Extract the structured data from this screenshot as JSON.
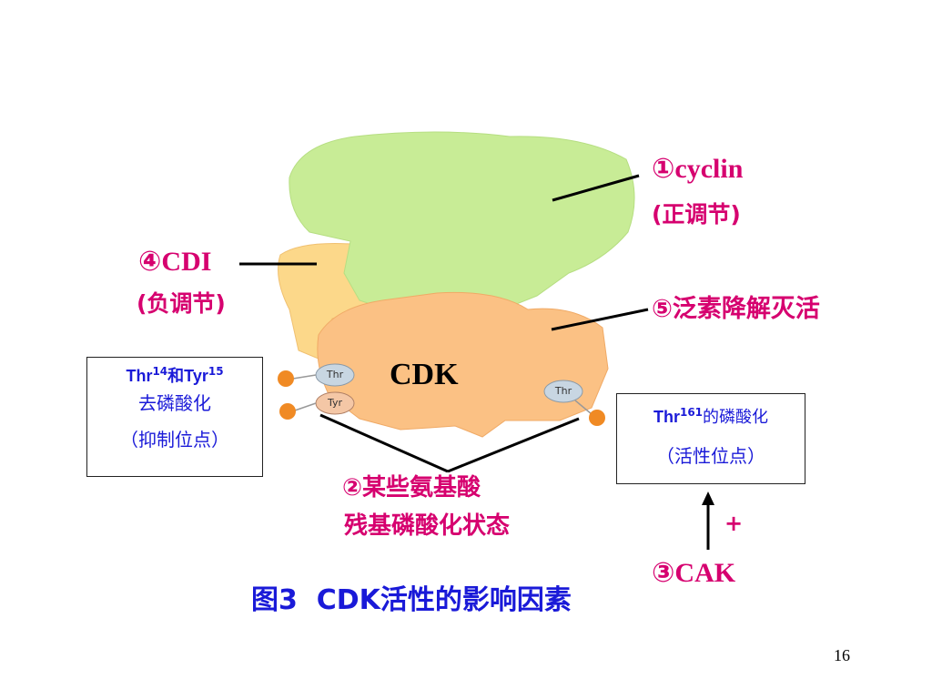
{
  "labels": {
    "cyclin": {
      "num": "①",
      "name": "cyclin",
      "sub": "(正调节)"
    },
    "cdi": {
      "num": "④",
      "name": "CDI",
      "sub": "(负调节)"
    },
    "ubiquitin": {
      "num": "⑤",
      "text": "泛素降解灭活"
    },
    "cdk": "CDK",
    "phosphorylation": {
      "num": "②",
      "line1": "某些氨基酸",
      "line2": "残基磷酸化状态"
    },
    "cak": {
      "num": "③",
      "name": "CAK"
    },
    "plus": "+"
  },
  "left_box": {
    "thr": "Thr",
    "thr_sup": "14",
    "and": "和",
    "tyr": "Tyr",
    "tyr_sup": "15",
    "line2": "去磷酸化",
    "line3": "（抑制位点）"
  },
  "right_box": {
    "thr": "Thr",
    "thr_sup": "161",
    "suffix": "的磷酸化",
    "line2": "（活性位点）"
  },
  "residue_tags": {
    "thr_left": "Thr",
    "tyr_left": "Tyr",
    "thr_right": "Thr"
  },
  "caption": "图3  CDK活性的影响因素",
  "page_number": "16",
  "colors": {
    "cyclin": "#c8ec96",
    "cdi": "#fcd88a",
    "cdk": "#fbc184",
    "phosphate": "#f08a24",
    "label_magenta": "#d6006f",
    "label_blue": "#1a1ad8"
  }
}
